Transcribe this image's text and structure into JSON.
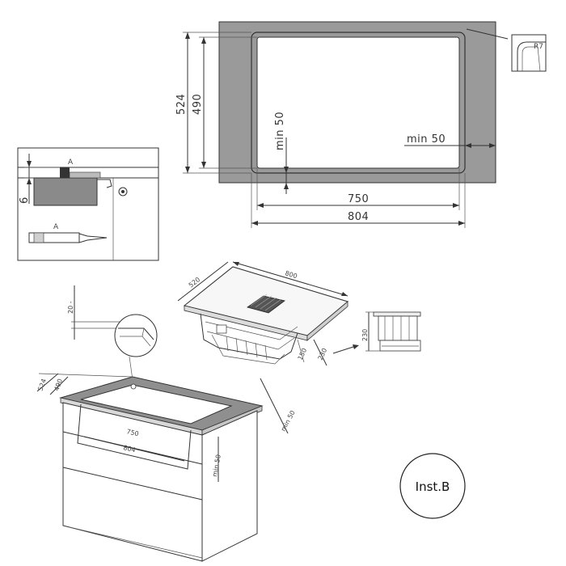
{
  "cutout": {
    "overall_height": "524",
    "inner_height": "490",
    "min_top_left": "min 50",
    "min_right": "min 50",
    "inner_width": "750",
    "overall_width": "804",
    "corner_radius": "R7",
    "surround_color": "#9a9a9a"
  },
  "detail": {
    "depth_label": "6",
    "marker_top": "A",
    "marker_bottom": "A"
  },
  "hob": {
    "width_label": "800",
    "depth_label": "520",
    "height_label": "230",
    "front_label": "150"
  },
  "side": {
    "height_label": "230"
  },
  "worktop": {
    "gap_label": "20 -",
    "overall_depth": "524",
    "inner_depth": "490",
    "inner_width": "750",
    "overall_width": "804",
    "min_front": "min 50",
    "min_side": "min 50"
  },
  "badge": {
    "label": "Inst.B"
  }
}
